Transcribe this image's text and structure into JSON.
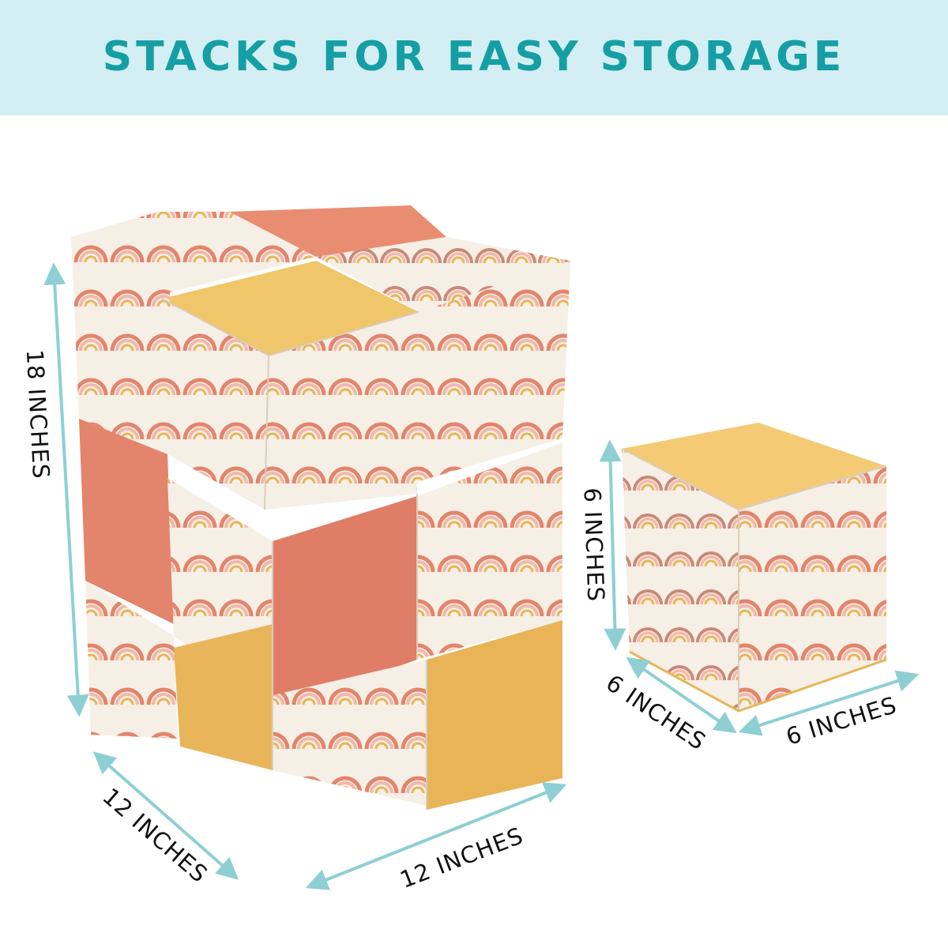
{
  "banner": {
    "title": "STACKS FOR EASY STORAGE"
  },
  "colors": {
    "banner_bg": "#d3eff3",
    "banner_text": "#159fa4",
    "arrow": "#8ecfd3",
    "coral": "#e2856c",
    "mustard": "#e6b65a",
    "cream": "#f6efe5",
    "pink": "#f2b8a8"
  },
  "large_stack": {
    "height_label": "18 INCHES",
    "depth_label": "12 INCHES",
    "width_label": "12 INCHES"
  },
  "single_cube": {
    "height_label": "6 INCHES",
    "depth_label": "6 INCHES",
    "width_label": "6 INCHES"
  }
}
